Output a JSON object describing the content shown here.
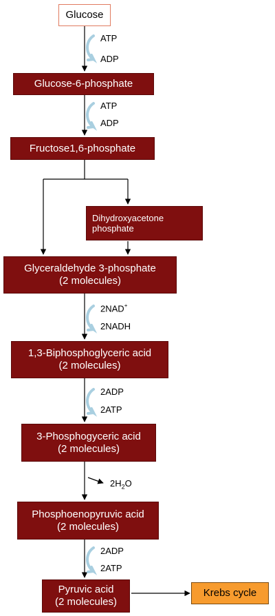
{
  "boxes": {
    "glucose": "Glucose",
    "g6p": "Glucose-6-phosphate",
    "f16p": "Fructose1,6-phosphate",
    "dhap_line1": "Dihydroxyacetone",
    "dhap_line2": "phosphate",
    "g3p_line1": "Glyceraldehyde 3-phosphate",
    "g3p_line2": "(2 molecules)",
    "bpg_line1": "1,3-Biphosphoglyceric acid",
    "bpg_line2": "(2 molecules)",
    "pga_line1": "3-Phosphogyceric acid",
    "pga_line2": "(2 molecules)",
    "pep_line1": "Phosphoenopyruvic acid",
    "pep_line2": "(2 molecules)",
    "pyr_line1": "Pyruvic acid",
    "pyr_line2": "(2 molecules)",
    "krebs": "Krebs cycle"
  },
  "labels": {
    "step1_in": "ATP",
    "step1_out": "ADP",
    "step2_in": "ATP",
    "step2_out": "ADP",
    "step3_in_base": "2NAD",
    "step3_in_sup": "+",
    "step3_out": "2NADH",
    "step4_in": "2ADP",
    "step4_out": "2ATP",
    "step5_base": "2H",
    "step5_sub": "2",
    "step5_tail": "O",
    "step6_in": "2ADP",
    "step6_out": "2ATP"
  },
  "colors": {
    "box_fill": "#7f0f0f",
    "start_border": "#e07a5f",
    "end_fill": "#f79b2e",
    "curved_arrow": "#a9cfe0"
  }
}
